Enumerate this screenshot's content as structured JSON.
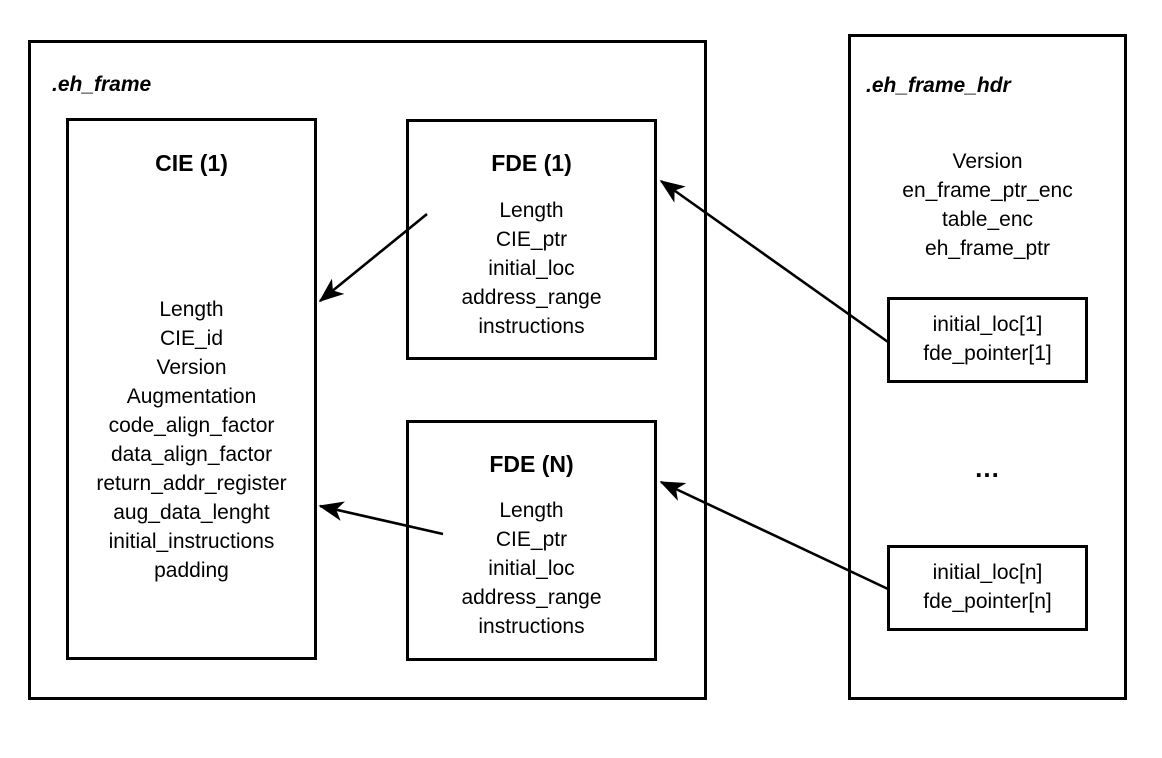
{
  "diagram": {
    "title_hidden": "",
    "stroke_color": "#000000",
    "background_color": "#ffffff"
  },
  "eh_frame_section": {
    "label": ".eh_frame",
    "cie": {
      "title": "CIE (1)",
      "fields": [
        "Length",
        "CIE_id",
        "Version",
        "Augmentation",
        "code_align_factor",
        "data_align_factor",
        "return_addr_register",
        "aug_data_lenght",
        "initial_instructions",
        "padding"
      ]
    },
    "fde_first": {
      "title": "FDE (1)",
      "fields": [
        "Length",
        "CIE_ptr",
        "initial_loc",
        "address_range",
        "instructions"
      ]
    },
    "fde_last": {
      "title": "FDE (N)",
      "fields": [
        "Length",
        "CIE_ptr",
        "initial_loc",
        "address_range",
        "instructions"
      ]
    }
  },
  "eh_frame_hdr_section": {
    "label": ".eh_frame_hdr",
    "header_fields": [
      "Version",
      "en_frame_ptr_enc",
      "table_enc",
      "eh_frame_ptr"
    ],
    "ellipsis": "...",
    "table_entry_first": {
      "fields": [
        "initial_loc[1]",
        "fde_pointer[1]"
      ]
    },
    "table_entry_last": {
      "fields": [
        "initial_loc[n]",
        "fde_pointer[n]"
      ]
    }
  },
  "arrows": [
    {
      "name": "fde1-to-cie",
      "from": "FDE (1)",
      "to": "CIE (1)"
    },
    {
      "name": "fden-to-cie",
      "from": "FDE (N)",
      "to": "CIE (1)"
    },
    {
      "name": "table-entry-1-to-fde1",
      "from": "initial_loc[1]",
      "to": "FDE (1)"
    },
    {
      "name": "table-entry-n-to-fden",
      "from": "initial_loc[n]",
      "to": "FDE (N)"
    }
  ]
}
